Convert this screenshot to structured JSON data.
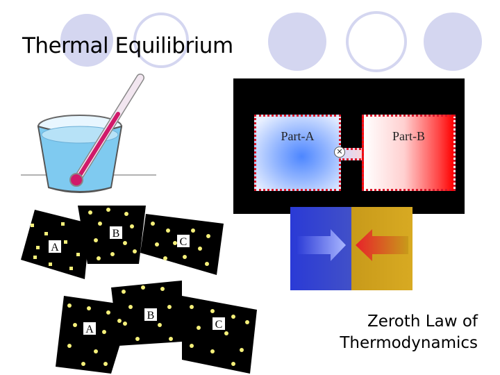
{
  "slide": {
    "title": "Thermal Equilibrium",
    "part_a_label": "Part-A",
    "part_b_label": "Part-B",
    "caption_line1": "Zeroth Law of",
    "caption_line2": "Thermodynamics",
    "top_group_labels": [
      "A",
      "B",
      "C"
    ],
    "bottom_group_labels": [
      "A",
      "B",
      "C"
    ]
  },
  "colors": {
    "deco_circle": "#d4d6f0",
    "cold": "#3a4fd0",
    "hot": "#c9a11a",
    "valve_mark": "#d8172a"
  }
}
